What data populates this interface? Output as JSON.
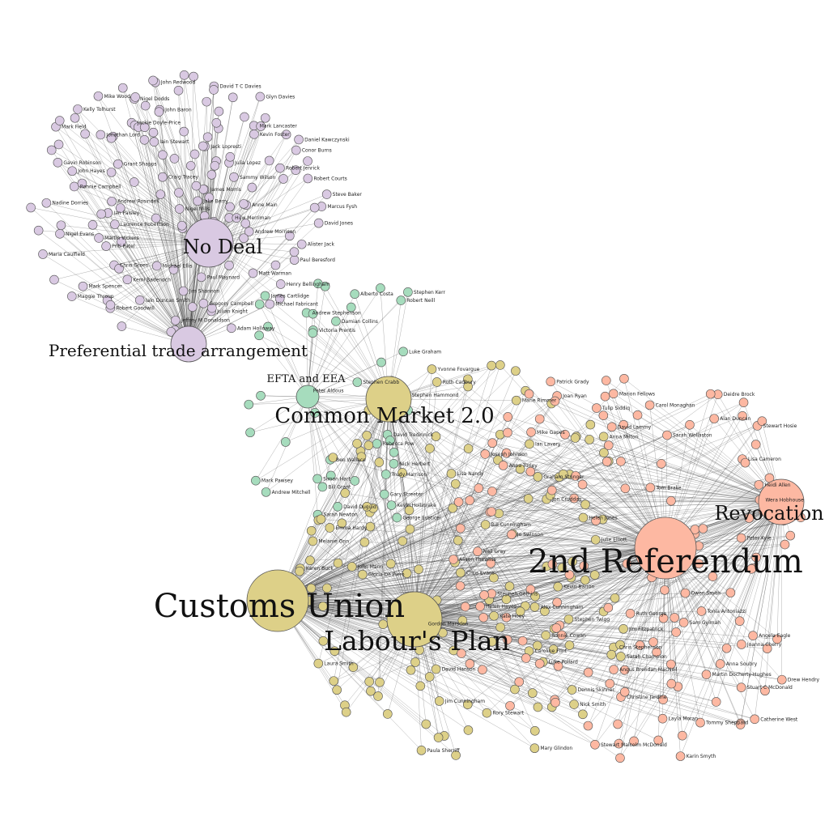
{
  "hubs": [
    {
      "id": "nodeal",
      "label": "No Deal",
      "color": "#d9c9e2"
    },
    {
      "id": "pta",
      "label": "Preferential trade arrangement",
      "color": "#d9c9e2"
    },
    {
      "id": "efta",
      "label": "EFTA and EEA",
      "color": "#a6dcbd"
    },
    {
      "id": "cm",
      "label": "Common Market 2.0",
      "color": "#ddd088"
    },
    {
      "id": "cu",
      "label": "Customs Union",
      "color": "#ddd088"
    },
    {
      "id": "lp",
      "label": "Labour's Plan",
      "color": "#ddd088"
    },
    {
      "id": "ref",
      "label": "2nd Referendum",
      "color": "#fdb8a2"
    },
    {
      "id": "rev",
      "label": "Revocation",
      "color": "#fdb8a2"
    }
  ],
  "clusters": {
    "purple": [
      "Marcus Fysh",
      "Michael Ellis",
      "John Baron",
      "Robert Goodwill",
      "Jack Lopresti",
      "Mark Spencer",
      "Craig Tracey",
      "Jackie Doyle-Price",
      "Conor Burns",
      "Matt Warman",
      "Daniel Kawczynski",
      "Martin Vickers",
      "Robert Jenrick",
      "John Redwood",
      "Andrew Morrison",
      "John Hayes",
      "James Morris",
      "Chris Green",
      "Mike Wood",
      "Andrew Rosindell",
      "Priti Patel",
      "Grant Shapps",
      "Mark Lancaster",
      "Jonathan Lord",
      "Nadine Dorries",
      "Iain Stewart",
      "Kemi Badenoch",
      "David T C Davies",
      "Henry Bellingham",
      "Anne Main",
      "Nigel Evans",
      "Michael Fabricant",
      "Nigel Mills",
      "Julia Lopez",
      "Maggie Throup",
      "Kelly Tolhurst",
      "David Jones",
      "Adam Holloway",
      "Gavin Robinson",
      "Gregory Campbell",
      "Alister Jack",
      "Nigel Dodds",
      "Jeffrey M Donaldson",
      "Jim Shannon",
      "Paul Maynard",
      "Steve Baker",
      "Sammy Wilson",
      "Ian Paisley",
      "Laurence Robertson",
      "Iain Duncan Smith",
      "Paul Beresford",
      "Jake Berry",
      "Huw Merriman",
      "Mark Field",
      "Julian Knight",
      "Maria Caulfield",
      "Robert Courts",
      "Glyn Davies",
      "Ronnie Campbell",
      "Kevin Foster"
    ],
    "green": [
      "Trudy Harrison",
      "Ben Wallace",
      "Damian Collins",
      "David Tredinnick",
      "Andrew Stephenson",
      "James Cartlidge",
      "Peter Aldous",
      "Mark Pawsey",
      "Victoria Prentis",
      "Bill Grant",
      "Luke Graham",
      "Stephen Kerr",
      "Gary Streeter",
      "Rebecca Pow",
      "David Duguid",
      "Alberto Costa",
      "Kevin Hollinrake",
      "Simon Hart",
      "Nick Herbert",
      "Robert Neill",
      "Stephen Hammond",
      "George Eustice",
      "Andrew Mitchell",
      "Stephen Crabb",
      "Sarah Newton"
    ],
    "yellow": [
      "Gordon Marsden",
      "Luke Pollard",
      "Bill Cunningham",
      "Rory Stewart",
      "Paula Sherriff",
      "Chris Stephenson",
      "Anna Milton",
      "Alex Cunningham",
      "Kevin Barron",
      "Jim Fitzpatrick",
      "Laura Smith",
      "Emma Hardy",
      "Yvonne Fovargue",
      "Dennis Skinner",
      "Kate Hoey",
      "Ruth Cadbury",
      "Graham Stringer",
      "Ronnie Cowan",
      "John Mann",
      "Caroline Flint",
      "Lisa Nandy",
      "Stephen Twigg",
      "David Hanson",
      "Karen Buck",
      "Gloria De Piero",
      "Nick Smith",
      "Helen Jones",
      "Ian Lavery",
      "Mary Glindon",
      "Sarah Champion",
      "Chris Evans",
      "Jon Cruddas",
      "Melanie Onn",
      "Jim Cunningham",
      "Julie Elliott",
      "Marie Rimmer"
    ],
    "salmon": [
      "Angela Eagle",
      "Stewart Hosie",
      "Joan Ryan",
      "Alan Duncan",
      "Mike Gapes",
      "Anna Turley",
      "Peter Kyle",
      "Helen Hayes",
      "Joanna Cherry",
      "David Lammy",
      "Martin Docherty-Hughes",
      "Tommy Sheppard",
      "Karin Smyth",
      "Alison Thewliss",
      "Patrick Grady",
      "Stuart C McDonald",
      "Joseph Johnson",
      "Sarah Wollaston",
      "Stewart Malcolm McDonald",
      "Lisa Cameron",
      "Drew Hendry",
      "Christine Jardine",
      "Sam Gyimah",
      "Tom Brake",
      "Ruth George",
      "Tulip Siddiq",
      "Angus Brendan MacNeil",
      "Layla Moran",
      "Wera Hobhouse",
      "Neil Gray",
      "Marion Fellows",
      "Stephen Gethins",
      "Tonia Antoniazzi",
      "Anna Soubry",
      "Heidi Allen",
      "Catherine West",
      "Owen Smith",
      "Jo Swinson",
      "Carol Monaghan",
      "Deidre Brock"
    ]
  }
}
